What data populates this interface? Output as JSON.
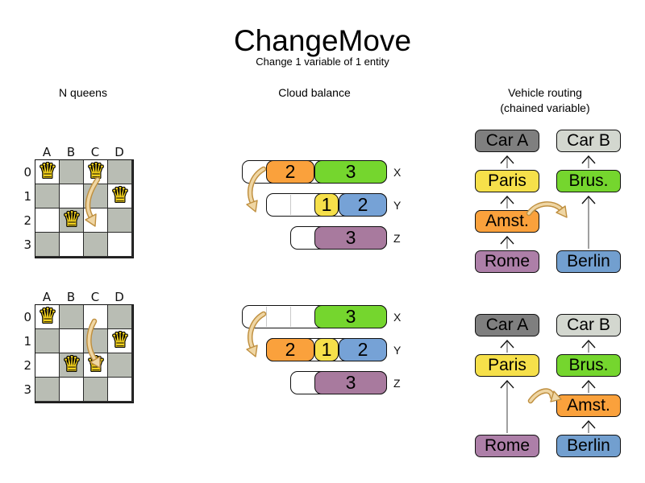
{
  "title": "ChangeMove",
  "subtitle": "Change 1 variable of 1 entity",
  "sections": {
    "nqueens": {
      "header": "N queens"
    },
    "cloud": {
      "header": "Cloud balance"
    },
    "vehicle": {
      "header_line1": "Vehicle routing",
      "header_line2": "(chained variable)"
    }
  },
  "icons": {
    "queen": "♛"
  },
  "nqueens": {
    "column_labels": [
      "A",
      "B",
      "C",
      "D"
    ],
    "row_labels": [
      "0",
      "1",
      "2",
      "3"
    ],
    "boards": [
      {
        "id": "before",
        "queens": [
          {
            "col": 0,
            "row": 0
          },
          {
            "col": 2,
            "row": 0
          },
          {
            "col": 3,
            "row": 1
          },
          {
            "col": 1,
            "row": 2
          }
        ]
      },
      {
        "id": "after",
        "queens": [
          {
            "col": 0,
            "row": 0
          },
          {
            "col": 3,
            "row": 1
          },
          {
            "col": 1,
            "row": 2
          },
          {
            "col": 2,
            "row": 2
          }
        ]
      }
    ]
  },
  "cloud": {
    "states": [
      {
        "id": "before",
        "rows": [
          {
            "label": "X",
            "capacity": 6,
            "segments": [
              {
                "value": "2",
                "units": 2,
                "color": "orange"
              },
              {
                "value": "3",
                "units": 3,
                "color": "green"
              }
            ]
          },
          {
            "label": "Y",
            "capacity": 5,
            "segments": [
              {
                "value": "1",
                "units": 1,
                "color": "yellow"
              },
              {
                "value": "2",
                "units": 2,
                "color": "blue"
              }
            ]
          },
          {
            "label": "Z",
            "capacity": 4,
            "segments": [
              {
                "value": "3",
                "units": 3,
                "color": "purple"
              }
            ]
          }
        ]
      },
      {
        "id": "after",
        "rows": [
          {
            "label": "X",
            "capacity": 6,
            "segments": [
              {
                "value": "3",
                "units": 3,
                "color": "green"
              }
            ]
          },
          {
            "label": "Y",
            "capacity": 5,
            "segments": [
              {
                "value": "2",
                "units": 2,
                "color": "orange"
              },
              {
                "value": "1",
                "units": 1,
                "color": "yellow"
              },
              {
                "value": "2",
                "units": 2,
                "color": "blue"
              }
            ]
          },
          {
            "label": "Z",
            "capacity": 4,
            "segments": [
              {
                "value": "3",
                "units": 3,
                "color": "purple"
              }
            ]
          }
        ]
      }
    ]
  },
  "vehicle": {
    "states": [
      {
        "id": "before",
        "chains": [
          {
            "column": 0,
            "stops": [
              {
                "label": "Car A",
                "slot": 0,
                "color": "car_a"
              },
              {
                "label": "Paris",
                "slot": 1,
                "color": "yellow"
              },
              {
                "label": "Amst.",
                "slot": 2,
                "color": "orange"
              },
              {
                "label": "Rome",
                "slot": 3,
                "color": "rome"
              }
            ]
          },
          {
            "column": 1,
            "stops": [
              {
                "label": "Car B",
                "slot": 0,
                "color": "car_b"
              },
              {
                "label": "Brus.",
                "slot": 1,
                "color": "green"
              },
              {
                "label": "Berlin",
                "slot": 3,
                "color": "berlin"
              }
            ]
          }
        ]
      },
      {
        "id": "after",
        "chains": [
          {
            "column": 0,
            "stops": [
              {
                "label": "Car A",
                "slot": 0,
                "color": "car_a"
              },
              {
                "label": "Paris",
                "slot": 1,
                "color": "yellow"
              },
              {
                "label": "Rome",
                "slot": 3,
                "color": "rome"
              }
            ]
          },
          {
            "column": 1,
            "stops": [
              {
                "label": "Car B",
                "slot": 0,
                "color": "car_b"
              },
              {
                "label": "Brus.",
                "slot": 1,
                "color": "green"
              },
              {
                "label": "Amst.",
                "slot": 2,
                "color": "orange"
              },
              {
                "label": "Berlin",
                "slot": 3,
                "color": "berlin"
              }
            ]
          }
        ]
      }
    ]
  },
  "colors": {
    "orange": "#faa13c",
    "green": "#75d62e",
    "yellow": "#f6e04a",
    "blue": "#76a2d6",
    "purple": "#a87a9e",
    "car_a": "#7f7f7f",
    "car_b": "#d3d7cf",
    "rome": "#ad7fa8",
    "berlin": "#729fcf",
    "board_dark": "#b9bdb4",
    "arrow_fill": "#efd6a4",
    "arrow_outline": "#bf8f3f",
    "connector": "#808080"
  }
}
